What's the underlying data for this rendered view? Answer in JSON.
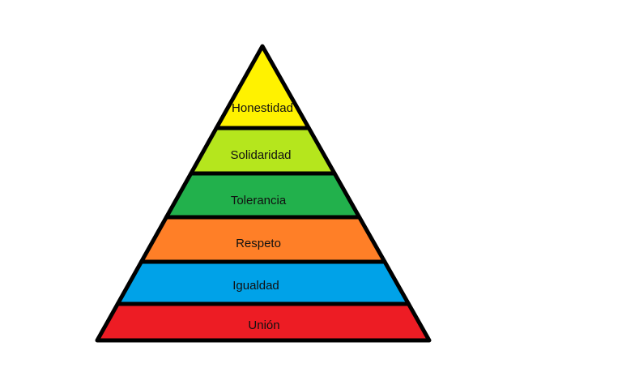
{
  "pyramid": {
    "levels": [
      {
        "label": "Honestidad",
        "color": "#fff200"
      },
      {
        "label": "Solidaridad",
        "color": "#b5e61d"
      },
      {
        "label": "Tolerancia",
        "color": "#22b14c"
      },
      {
        "label": "Respeto",
        "color": "#ff7f27"
      },
      {
        "label": "Igualdad",
        "color": "#00a2e8"
      },
      {
        "label": "Unión",
        "color": "#ed1c24"
      }
    ],
    "outline_color": "#000000"
  }
}
